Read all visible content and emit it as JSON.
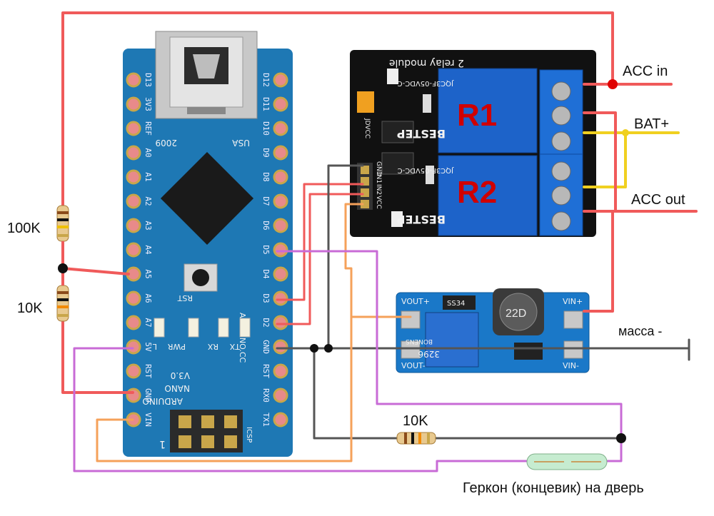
{
  "colors": {
    "wire_red": "#f05a5a",
    "wire_purple": "#c86bd6",
    "wire_orange": "#f5a15a",
    "wire_yellow": "#f0d020",
    "wire_dark": "#555555",
    "board_blue": "#1e78b4",
    "relay_blue": "#1d63c9",
    "terminal_blue": "#1f6fd6"
  },
  "labels": {
    "acc_in": "ACC in",
    "bat_plus": "BAT+",
    "acc_out": "ACC out",
    "ground": "масса -",
    "r_100k": "100K",
    "r_10k_left": "10K",
    "r_10k_bottom": "10K",
    "reed": "Геркон (концевик) на дверь"
  },
  "nano": {
    "left_pins": [
      "D13",
      "3V3",
      "REF",
      "A0",
      "A1",
      "A2",
      "A3",
      "A4",
      "A5",
      "A6",
      "A7",
      "5V",
      "RST",
      "GND",
      "VIN"
    ],
    "right_pins": [
      "D12",
      "D11",
      "D10",
      "D9",
      "D8",
      "D7",
      "D6",
      "D5",
      "D4",
      "D3",
      "D2",
      "GND",
      "RST",
      "RX0",
      "TX1"
    ],
    "year": "2009",
    "usa": "USA",
    "rst_button": "RST",
    "site": "ARDUINO.CC",
    "name_line1": "ARDUINO",
    "name_line2": "NANO",
    "name_line3": "V3.0",
    "leds": [
      "L",
      "PWR",
      "RX",
      "TX"
    ],
    "icsp": "ICSP",
    "pin1": "1"
  },
  "relay_module": {
    "title": "2 relay module",
    "r1": "R1",
    "r2": "R2",
    "brand": "BESTEP",
    "model": "JQC3F-05VDC-C",
    "header_pins": [
      "GND",
      "IN1",
      "IN2",
      "VCC"
    ],
    "jumper": "JDVCC"
  },
  "boost": {
    "vout_plus": "VOUT+",
    "vout_minus": "VOUT-",
    "vin_plus": "VIN+",
    "vin_minus": "VIN-",
    "inductor": "22D",
    "pot": "3296",
    "pot_brand": "BONENS",
    "diode": "SS34"
  }
}
